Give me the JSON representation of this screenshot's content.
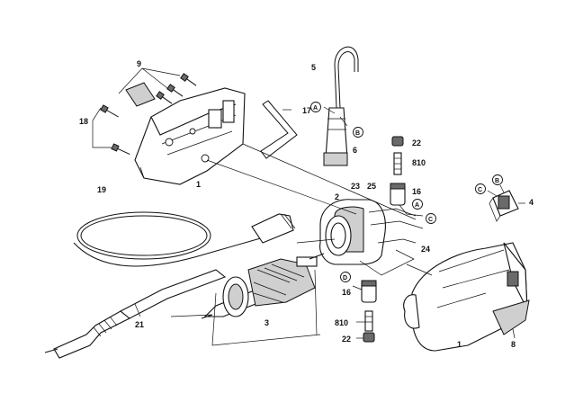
{
  "callouts": {
    "n1a": "1",
    "n1b": "1",
    "n2": "2",
    "n3": "3",
    "n4": "4",
    "n5": "5",
    "n6": "6",
    "n8": "8",
    "n9": "9",
    "n16a": "16",
    "n16b": "16",
    "n17": "17",
    "n18": "18",
    "n19": "19",
    "n21": "21",
    "n22a": "22",
    "n22b": "22",
    "n23": "23",
    "n24": "24",
    "n25": "25",
    "n810a": "810",
    "n810b": "810"
  },
  "connectors": {
    "a1": "A",
    "a2": "A",
    "b1": "B",
    "b2": "B",
    "c1": "C",
    "c2": "C",
    "d1": "D"
  }
}
